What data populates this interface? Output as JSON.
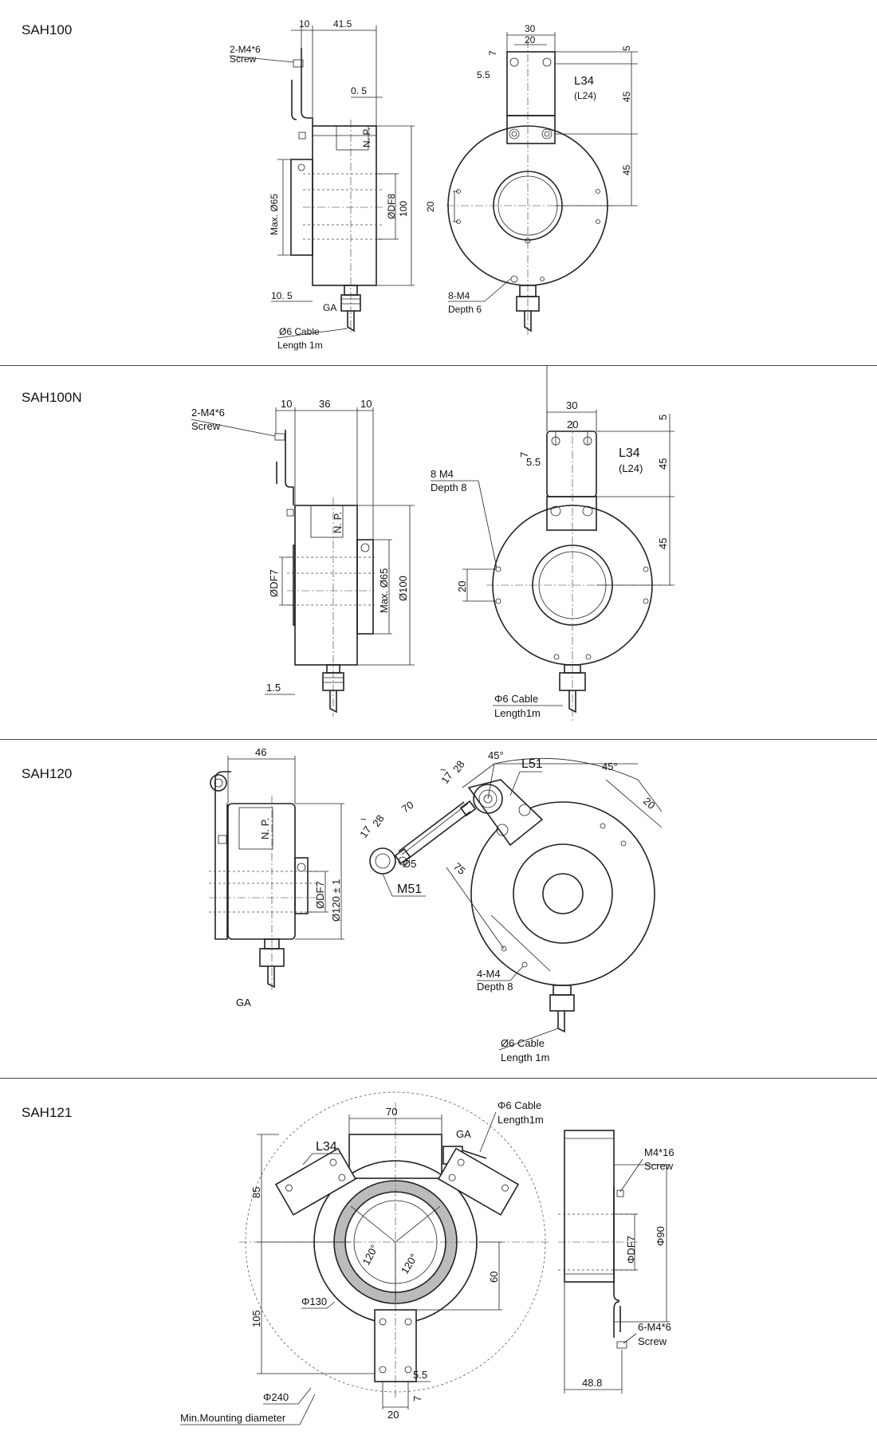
{
  "sections": [
    {
      "title": "SAH100",
      "labels": {
        "d10": "10",
        "d41_5": "41.5",
        "screw": "2-M4*6",
        "screw2": "Screw",
        "d0_5": "0. 5",
        "np": "N. P.",
        "maxdia": "Max. Ø65",
        "df8": "ØDF8",
        "d100": "100",
        "d10_5": "10. 5",
        "ga": "GA",
        "cable": "Ø6 Cable",
        "length": "Length  1m",
        "d30": "30",
        "d20": "20",
        "d7": "7",
        "d5_5": "5.5",
        "d5": "5",
        "l34": "L34",
        "l24": "(L24)",
        "d45a": "45",
        "d45b": "45",
        "d20b": "20",
        "m4": "8-M4",
        "depth": "Depth 6"
      }
    },
    {
      "title": "SAH100N",
      "labels": {
        "screw": "2-M4*6",
        "screw2": "Screw",
        "d10a": "10",
        "d36": "36",
        "d10b": "10",
        "np": "N. P.",
        "df7": "ØDF7",
        "maxdia": "Max. Ø65",
        "d100": "Ø100",
        "d1_5": "1.5",
        "d30": "30",
        "d20": "20",
        "d5": "5",
        "d7": "7",
        "d5_5": "5.5",
        "l34": "L34",
        "l24": "(L24)",
        "d45a": "45",
        "d45b": "45",
        "m4": "8 M4",
        "depth": "Depth 8",
        "d20b": "20",
        "cable": "Φ6 Cable",
        "length": "Length1m"
      }
    },
    {
      "title": "SAH120",
      "labels": {
        "d46": "46",
        "np": "N. P.",
        "df7": "ØDF7",
        "d120": "Ø120 ± 1",
        "ga": "GA",
        "a45a": "45°",
        "a45b": "45°",
        "l51": "L51",
        "d17a": "17",
        "d28a": "28",
        "tildeA": "~",
        "d70": "70",
        "d17b": "17",
        "d28b": "28",
        "tildeB": "~",
        "d5": "Ø5",
        "m51": "M51",
        "d75": "75",
        "d20": "20",
        "m4": "4-M4",
        "depth": "Depth 8",
        "cable": "Ø6 Cable",
        "length": "Length  1m"
      }
    },
    {
      "title": "SAH121",
      "labels": {
        "d70": "70",
        "cable": "Φ6 Cable",
        "length": "Length1m",
        "ga": "GA",
        "l34": "L34",
        "d85": "85",
        "a120a": "120°",
        "a120b": "120°",
        "d60": "60",
        "d105": "105",
        "d130": "Φ130",
        "d5_5": "5.5",
        "d7": "7",
        "d240": "Φ240",
        "d20": "20",
        "minmount": "Min.Mounting diameter",
        "screw": "M4*16",
        "screw2": "Screw",
        "df7": "ΦDF7",
        "d90": "Φ90",
        "screw3": "6-M4*6",
        "screw4": "Screw",
        "d48_8": "48.8"
      }
    }
  ]
}
